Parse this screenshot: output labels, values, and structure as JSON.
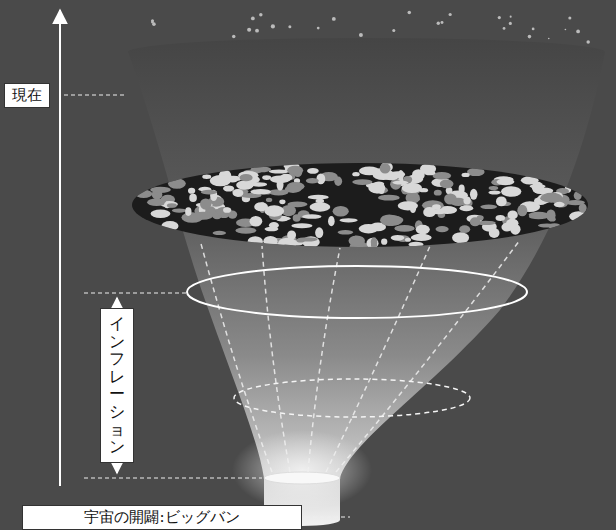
{
  "diagram": {
    "nodes": [
      {
        "text": [
          "現在"
        ]
      },
      {
        "text": [
          "インフレーション"
        ]
      },
      {
        "text": [
          "宇宙の開闢:ビッグバン"
        ]
      }
    ]
  }
}
